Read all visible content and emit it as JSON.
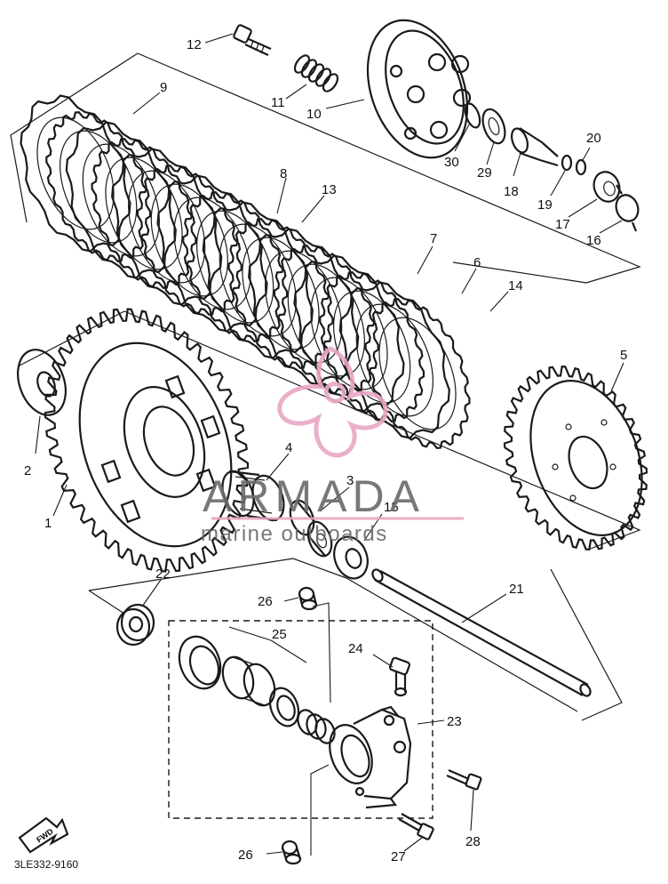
{
  "diagram": {
    "drawing_code": "3LE332-9160",
    "fwd_label": "FWD",
    "watermark": {
      "brand": "ARMADA",
      "tagline": "marine outboards",
      "accent_color": "#e8a6c4",
      "text_color": "#6a6a6a"
    },
    "callouts": [
      "1",
      "2",
      "3",
      "4",
      "5",
      "6",
      "7",
      "8",
      "9",
      "10",
      "11",
      "12",
      "13",
      "14",
      "15",
      "16",
      "17",
      "18",
      "19",
      "20",
      "21",
      "22",
      "23",
      "24",
      "25",
      "26",
      "26",
      "27",
      "28",
      "29",
      "30"
    ]
  }
}
